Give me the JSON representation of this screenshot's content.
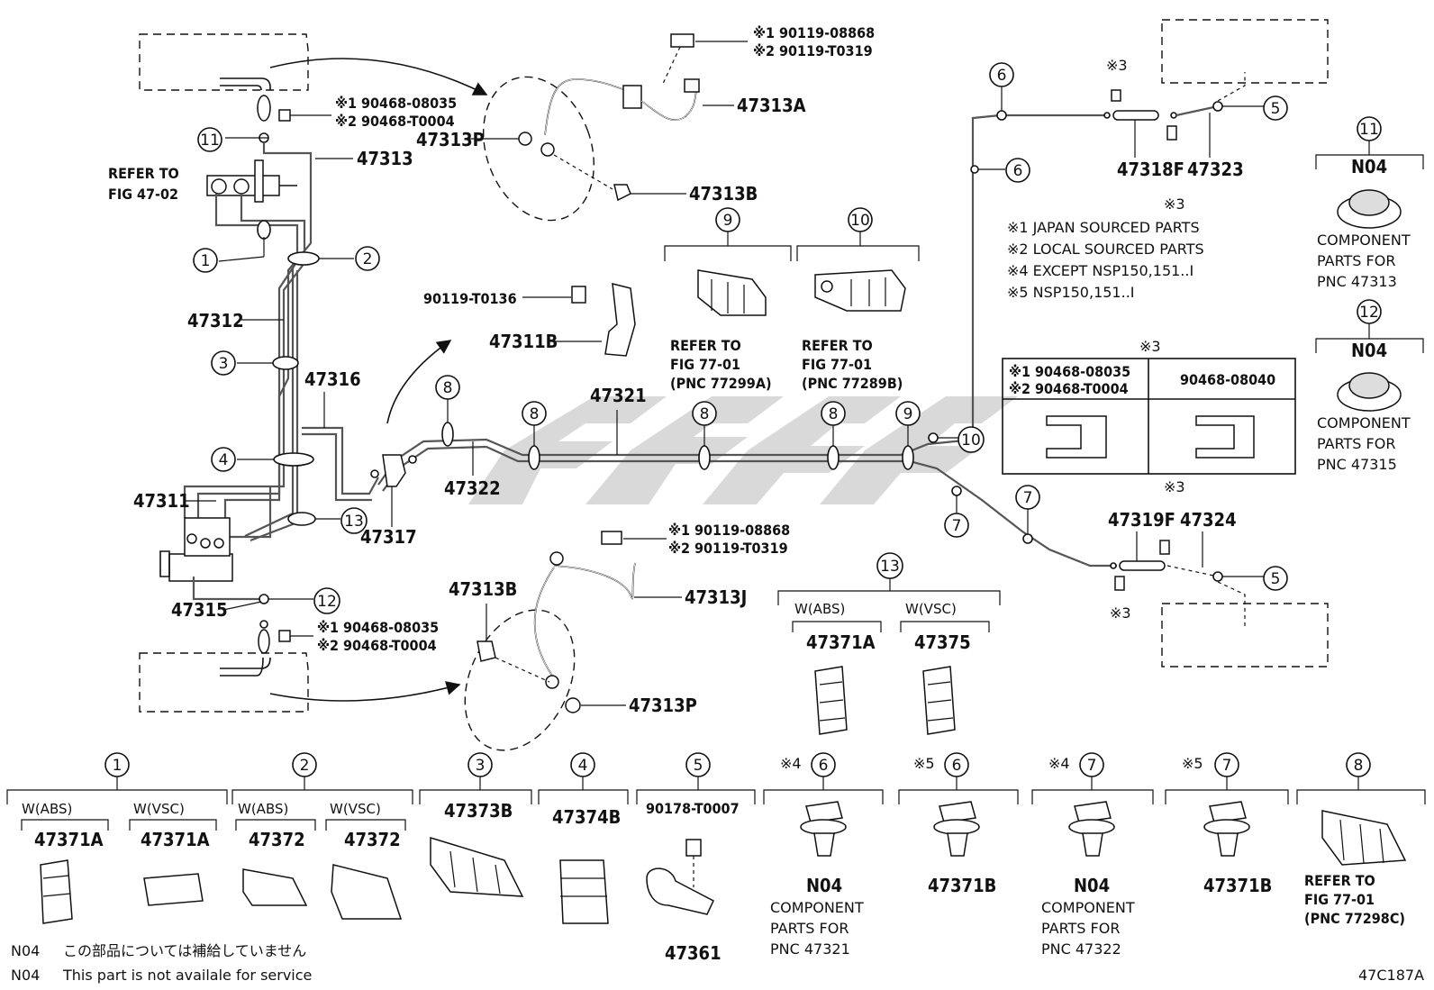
{
  "figure_id": "47C187A",
  "parts": {
    "p47313": "47313",
    "p47313A": "47313A",
    "p47313P_top": "47313P",
    "p47313B_top": "47313B",
    "p47312": "47312",
    "p47316": "47316",
    "p47311": "47311",
    "p47311B": "47311B",
    "p47317": "47317",
    "p47322": "47322",
    "p47321": "47321",
    "p47315": "47315",
    "p47313B_bot": "47313B",
    "p47313J": "47313J",
    "p47313P_bot": "47313P",
    "p47318F": "47318F",
    "p47323": "47323",
    "p47319F": "47319F",
    "p47324": "47324"
  },
  "callouts": {
    "c11_top_left": "11",
    "c1_left": "1",
    "c2_left": "2",
    "c3_left": "3",
    "c4_left": "4",
    "c13_left": "13",
    "c12_left": "12",
    "c8_a": "8",
    "c8_b": "8",
    "c8_c": "8",
    "c8_d": "8",
    "c9_line": "9",
    "c10_line": "10",
    "c6_a": "6",
    "c6_b": "6",
    "c5_a": "5",
    "c7_a": "7",
    "c7_b": "7",
    "c5_b": "5",
    "c9_box": "9",
    "c10_box": "10",
    "c11_right": "11",
    "c12_right": "12",
    "c13_box": "13"
  },
  "bolt_top": {
    "line1": "※1 90119-08868",
    "line2": "※2 90119-T0319"
  },
  "bolt_mid": {
    "line1": "※1 90119-08868",
    "line2": "※2 90119-T0319"
  },
  "clip_top": {
    "line1": "※1 90468-08035",
    "line2": "※2 90468-T0004"
  },
  "clip_bot": {
    "line1": "※1 90468-08035",
    "line2": "※2 90468-T0004"
  },
  "bolt_small": "90119-T0136",
  "refer_left": {
    "line1": "REFER TO",
    "line2": "FIG 47-02"
  },
  "refer_9": {
    "line1": "REFER TO",
    "line2": "FIG 77-01",
    "line3": "(PNC 77299A)"
  },
  "refer_10": {
    "line1": "REFER TO",
    "line2": "FIG 77-01",
    "line3": "(PNC 77289B)"
  },
  "legend_notes": [
    "※1 JAPAN SOURCED PARTS",
    "※2 LOCAL SOURCED PARTS",
    "※4 EXCEPT NSP150,151..I",
    "※5 NSP150,151..I"
  ],
  "mark3": "※3",
  "clip_table": {
    "header_mark": "※3",
    "left_line1": "※1 90468-08035",
    "left_line2": "※2 90468-T0004",
    "right": "90468-08040"
  },
  "right_components": [
    {
      "no": "11",
      "code": "N04",
      "line1": "COMPONENT",
      "line2": "PARTS FOR",
      "line3": "PNC 47313"
    },
    {
      "no": "12",
      "code": "N04",
      "line1": "COMPONENT",
      "line2": "PARTS FOR",
      "line3": "PNC 47315"
    }
  ],
  "box13": {
    "w_abs": "W(ABS)",
    "w_vsc": "W(VSC)",
    "part_abs": "47371A",
    "part_vsc": "47375"
  },
  "bottom_row": [
    {
      "no": "1",
      "w_abs": "W(ABS)",
      "w_vsc": "W(VSC)",
      "part_abs": "47371A",
      "part_vsc": "47371A"
    },
    {
      "no": "2",
      "w_abs": "W(ABS)",
      "w_vsc": "W(VSC)",
      "part_abs": "47372",
      "part_vsc": "47372"
    },
    {
      "no": "3",
      "part": "47373B"
    },
    {
      "no": "4",
      "part": "47374B"
    },
    {
      "no": "5",
      "bolt": "90178-T0007",
      "part": "47361"
    },
    {
      "no": "6",
      "mark": "※4",
      "code": "N04",
      "line1": "COMPONENT",
      "line2": "PARTS FOR",
      "line3": "PNC 47321"
    },
    {
      "no": "6",
      "mark": "※5",
      "part": "47371B"
    },
    {
      "no": "7",
      "mark": "※4",
      "code": "N04",
      "line1": "COMPONENT",
      "line2": "PARTS FOR",
      "line3": "PNC 47322"
    },
    {
      "no": "7",
      "mark": "※5",
      "part": "47371B"
    },
    {
      "no": "8",
      "line1": "REFER TO",
      "line2": "FIG 77-01",
      "line3": "(PNC 77298C)"
    }
  ],
  "footer": {
    "jp_code": "N04",
    "jp_text": "この部品については補給していません",
    "en_code": "N04",
    "en_text": "This part is not availale for service"
  }
}
